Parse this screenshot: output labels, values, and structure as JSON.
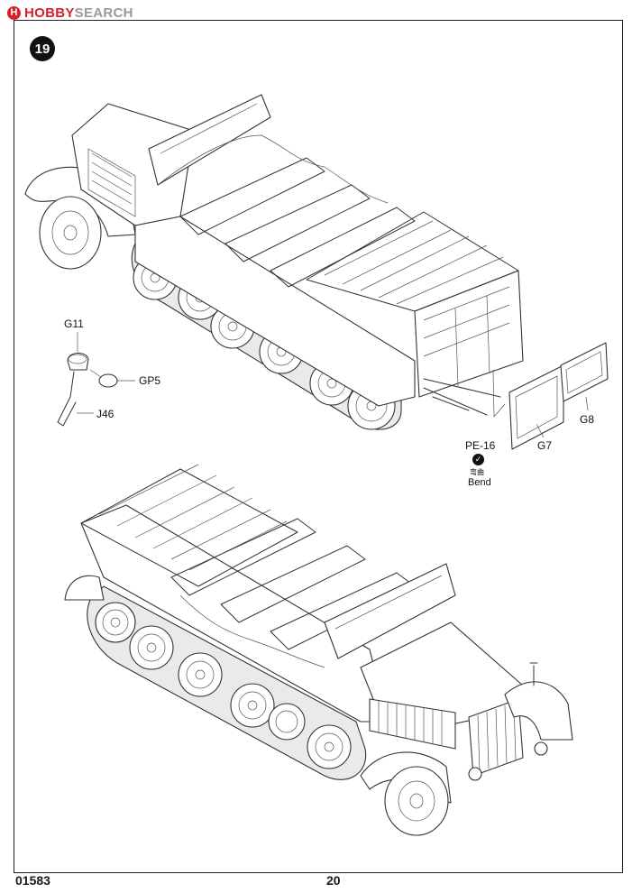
{
  "watermark": {
    "part_a": "HOBBY",
    "part_b": "SEARCH",
    "logo_letter": "H"
  },
  "step": {
    "number": "19"
  },
  "parts": {
    "g11": "G11",
    "gp5": "GP5",
    "j46": "J46",
    "pe16": "PE-16",
    "g7": "G7",
    "g8": "G8",
    "bend_cn": "弯曲",
    "bend_en": "Bend"
  },
  "footer": {
    "kit_number": "01583",
    "page_number": "20"
  }
}
